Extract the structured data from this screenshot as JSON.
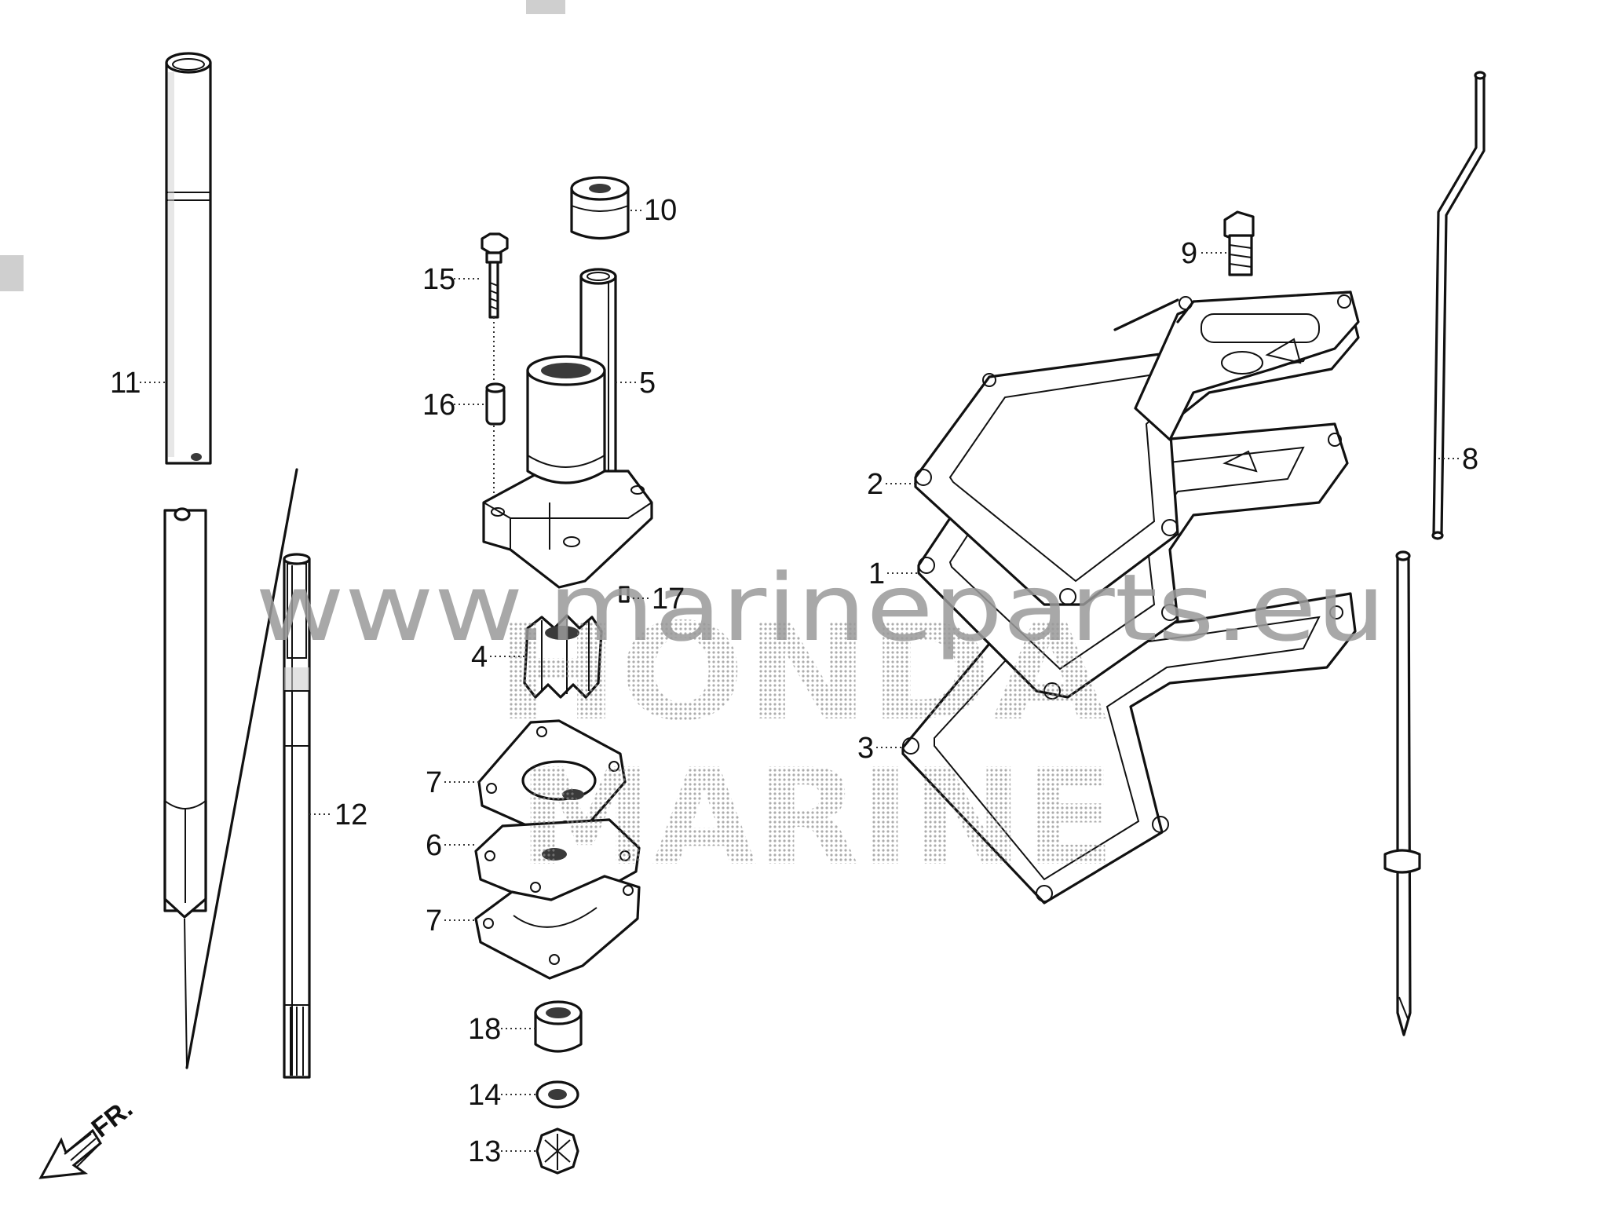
{
  "diagram": {
    "watermark_url": "www.marineparts.eu",
    "watermark_brand_line1": "HONDA",
    "watermark_brand_line2": "MARINE",
    "direction_label": "FR.",
    "callouts": [
      {
        "id": "c1",
        "label": "1"
      },
      {
        "id": "c2",
        "label": "2"
      },
      {
        "id": "c3",
        "label": "3"
      },
      {
        "id": "c4",
        "label": "4"
      },
      {
        "id": "c5",
        "label": "5"
      },
      {
        "id": "c6",
        "label": "6"
      },
      {
        "id": "c7a",
        "label": "7"
      },
      {
        "id": "c7b",
        "label": "7"
      },
      {
        "id": "c8",
        "label": "8"
      },
      {
        "id": "c9",
        "label": "9"
      },
      {
        "id": "c10",
        "label": "10"
      },
      {
        "id": "c11",
        "label": "11"
      },
      {
        "id": "c12",
        "label": "12"
      },
      {
        "id": "c13",
        "label": "13"
      },
      {
        "id": "c14",
        "label": "14"
      },
      {
        "id": "c15",
        "label": "15"
      },
      {
        "id": "c16",
        "label": "16"
      },
      {
        "id": "c17",
        "label": "17"
      },
      {
        "id": "c18",
        "label": "18"
      }
    ]
  }
}
